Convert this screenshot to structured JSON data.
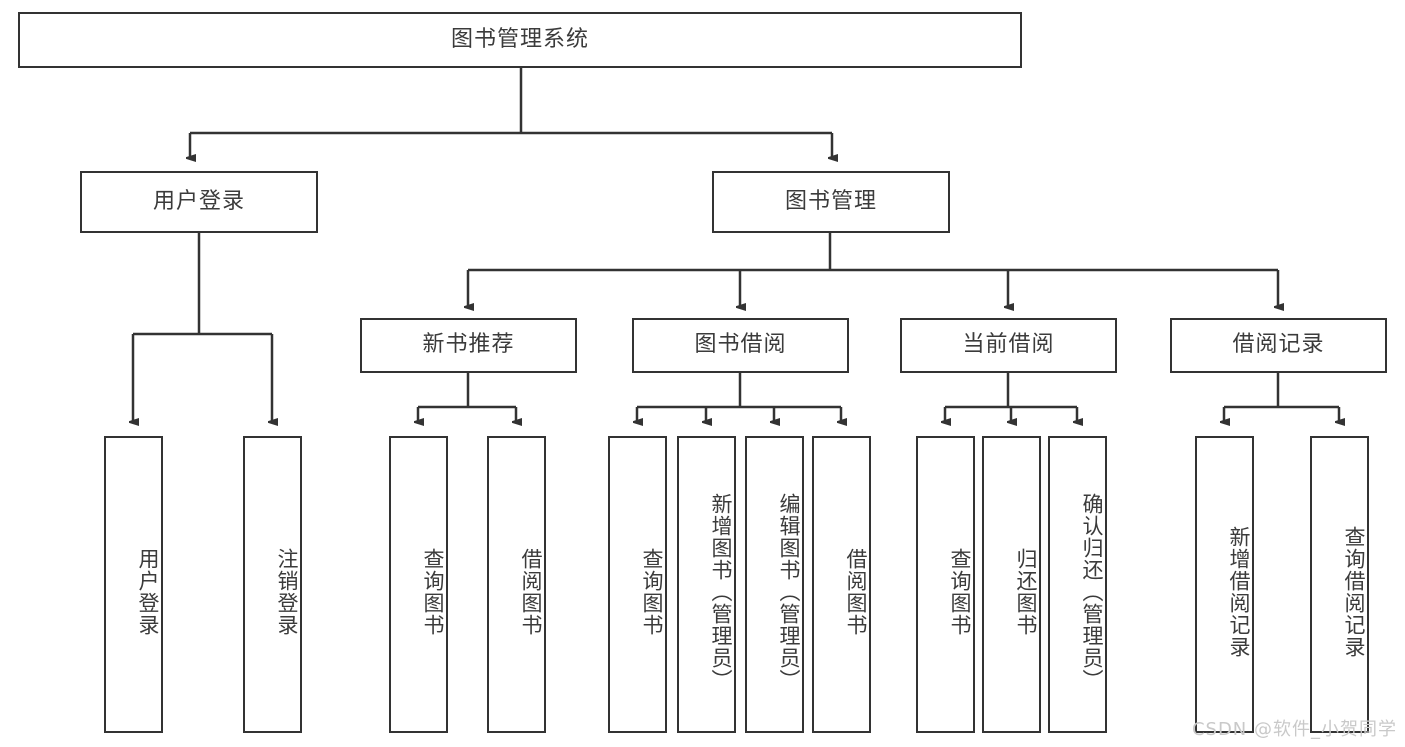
{
  "diagram": {
    "title": "图书管理系统",
    "watermark": "CSDN @软件_小贺同学",
    "colors": {
      "border": "#333333",
      "text": "#3b3b3b",
      "background": "#ffffff",
      "watermark": "#c9c9c9"
    },
    "root": {
      "label": "图书管理系统"
    },
    "level2": [
      {
        "label": "用户登录"
      },
      {
        "label": "图书管理"
      }
    ],
    "level3": [
      {
        "label": "新书推荐"
      },
      {
        "label": "图书借阅"
      },
      {
        "label": "当前借阅"
      },
      {
        "label": "借阅记录"
      }
    ],
    "leaves": {
      "user_login": [
        {
          "label": "用户登录"
        },
        {
          "label": "注销登录"
        }
      ],
      "new_book": [
        {
          "label": "查询图书"
        },
        {
          "label": "借阅图书"
        }
      ],
      "book_borrow": [
        {
          "label": "查询图书"
        },
        {
          "label": "新增图书（管理员）"
        },
        {
          "label": "编辑图书（管理员）"
        },
        {
          "label": "借阅图书"
        }
      ],
      "current_borrow": [
        {
          "label": "查询图书"
        },
        {
          "label": "归还图书"
        },
        {
          "label": "确认归还（管理员）"
        }
      ],
      "borrow_record": [
        {
          "label": "新增借阅记录"
        },
        {
          "label": "查询借阅记录"
        }
      ]
    }
  }
}
